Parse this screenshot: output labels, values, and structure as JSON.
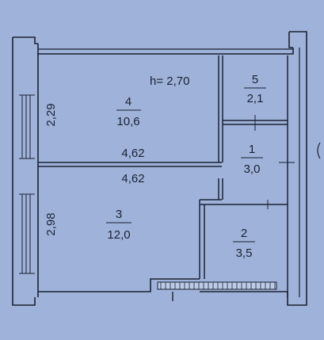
{
  "ceiling_height": "h= 2,70",
  "rooms": [
    {
      "number": "4",
      "area": "10,6"
    },
    {
      "number": "3",
      "area": "12,0"
    },
    {
      "number": "5",
      "area": "2,1"
    },
    {
      "number": "1",
      "area": "3,0"
    },
    {
      "number": "2",
      "area": "3,5"
    }
  ],
  "dimensions": {
    "width_top": "4,62",
    "width_bottom": "4,62",
    "height_upper": "2,29",
    "height_lower": "2,98"
  },
  "colors": {
    "paper": "#9fb2d9",
    "ink": "#1b2233",
    "wall_fill": "#bccbe6"
  }
}
